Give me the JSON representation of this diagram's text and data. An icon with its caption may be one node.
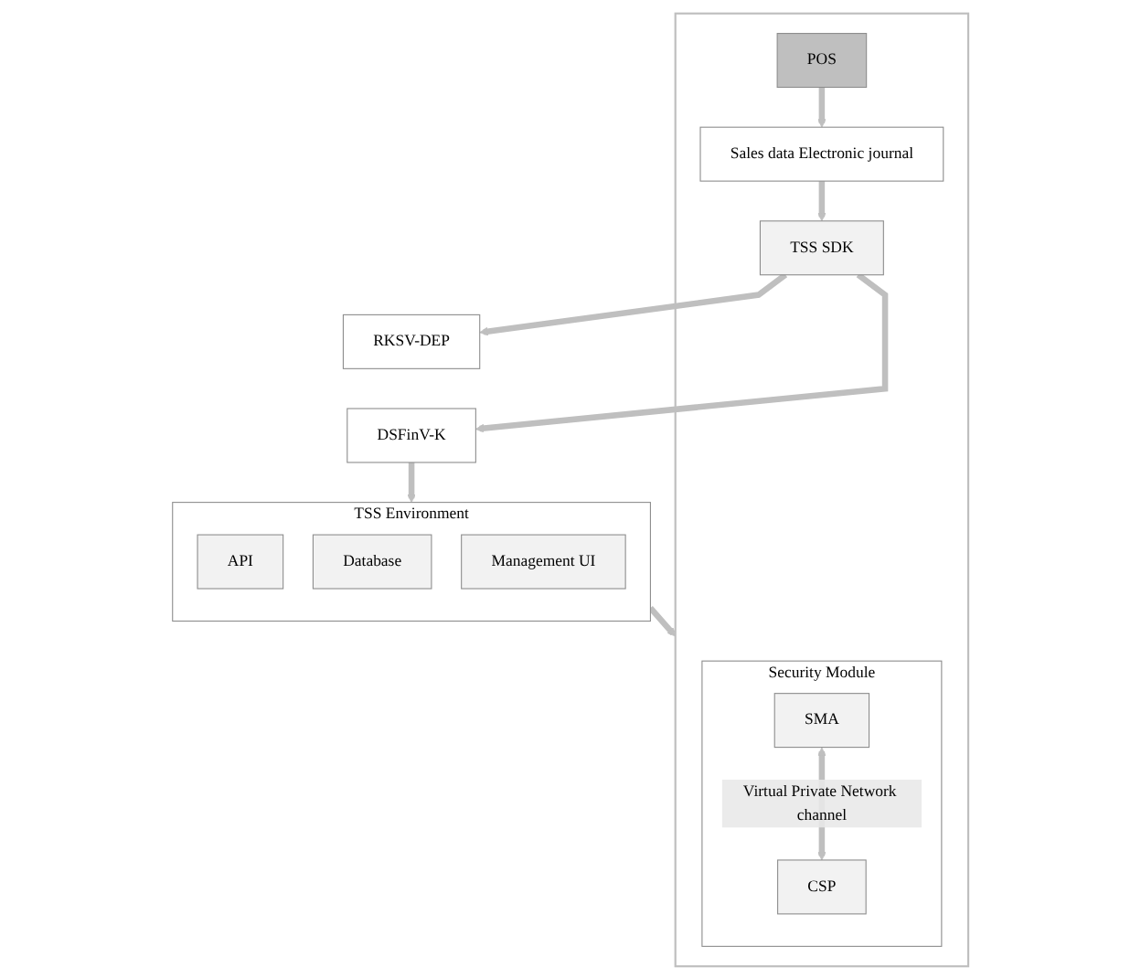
{
  "diagram": {
    "nodes": [
      {
        "text": [],
        "shape": "box"
      },
      {
        "text": [
          "POS"
        ],
        "in": 0
      },
      {
        "text": [
          "Sales data Electronic journal"
        ],
        "in": 0
      },
      {
        "text": [
          "TSS SDK"
        ],
        "in": 0
      },
      {
        "text": [
          "Security Module"
        ],
        "in": 0
      },
      {
        "text": [
          "SMA"
        ],
        "in": 4
      },
      {
        "text": [
          "CSP"
        ],
        "in": 4
      },
      {
        "text": [
          "RKSV-DEP"
        ]
      },
      {
        "text": [
          "DSFinV-K"
        ]
      },
      {
        "text": [
          "TSS Environment"
        ]
      },
      {
        "text": [
          "API"
        ],
        "in": 9
      },
      {
        "text": [
          "Database"
        ],
        "in": 9
      },
      {
        "text": [
          "Management UI"
        ],
        "in": 9
      }
    ],
    "edges": [
      {
        "from": 1,
        "to": 2,
        "arrow": "to"
      },
      {
        "from": 2,
        "to": 3,
        "arrow": "to"
      },
      {
        "from": 3,
        "to": 7,
        "arrow": "to"
      },
      {
        "from": 3,
        "to": 8,
        "arrow": "to"
      },
      {
        "from": 5,
        "to": 6,
        "arrow": "both",
        "label": "Virtual Private Network channel"
      },
      {
        "from": 8,
        "to": 9,
        "arrow": "to"
      },
      {
        "from": 9,
        "to": 0,
        "arrow": "to"
      }
    ]
  }
}
